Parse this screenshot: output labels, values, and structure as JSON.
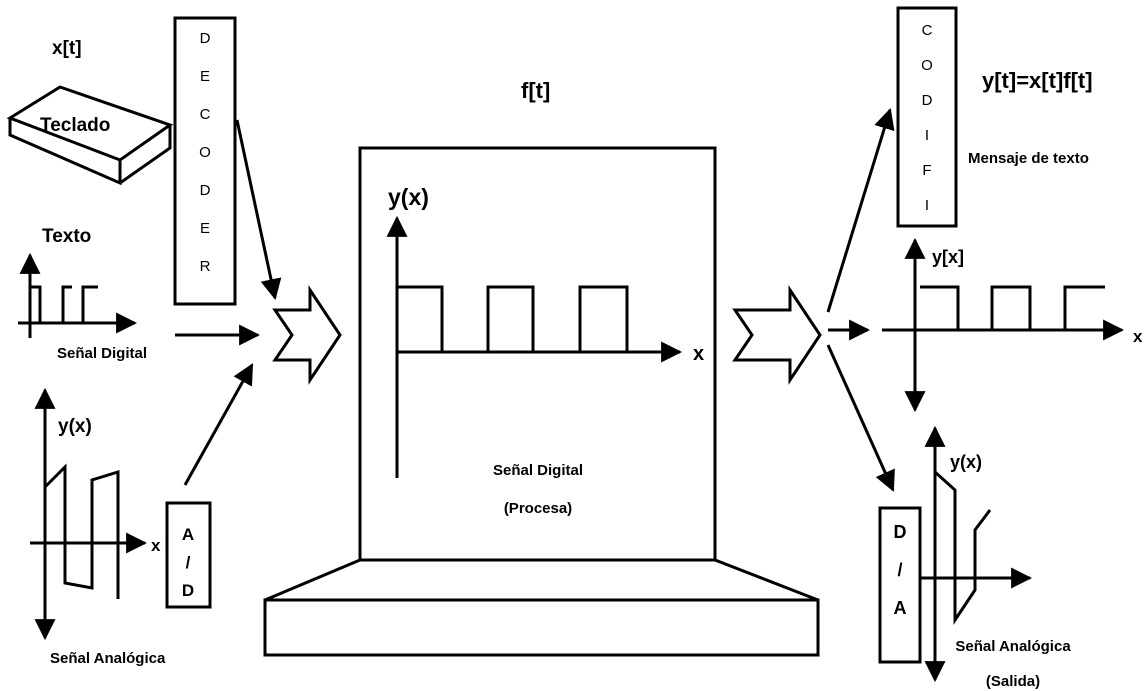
{
  "colors": {
    "stroke": "#000000",
    "background": "#ffffff"
  },
  "input": {
    "keyboard": {
      "signal": "x[t]",
      "label": "Teclado"
    },
    "decoder": {
      "letters": [
        "D",
        "E",
        "C",
        "O",
        "D",
        "E",
        "R"
      ]
    },
    "text_signal": {
      "title": "Texto",
      "caption": "Señal Digital"
    },
    "analog_signal": {
      "y_label": "y(x)",
      "x_label": "x",
      "caption": "Señal Analógica"
    },
    "adc": {
      "letters": [
        "A",
        "/",
        "D"
      ]
    }
  },
  "processor": {
    "function": "f[t]",
    "y_label": "y(x)",
    "x_label": "x",
    "caption_line1": "Señal Digital",
    "caption_line2": "(Procesa)"
  },
  "output": {
    "encoder": {
      "letters": [
        "C",
        "O",
        "D",
        "I",
        "F",
        "I"
      ]
    },
    "equation": "y[t]=x[t]f[t]",
    "message_caption": "Mensaje de texto",
    "digital_out": {
      "y_label": "y[x]",
      "x_label": "x"
    },
    "dac": {
      "letters": [
        "D",
        "/",
        "A"
      ]
    },
    "analog_out": {
      "y_label": "y(x)",
      "caption_line1": "Señal Analógica",
      "caption_line2": "(Salida)"
    }
  }
}
